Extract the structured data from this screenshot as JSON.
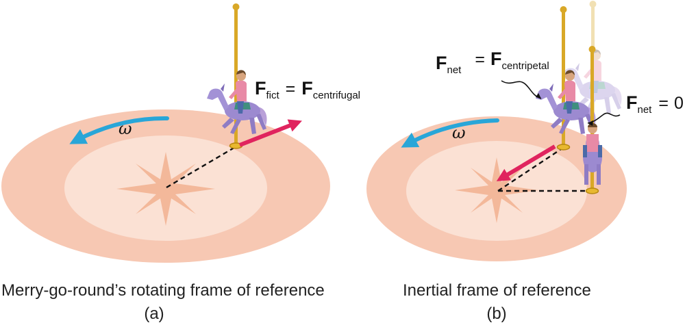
{
  "panels": [
    {
      "caption": "Merry-go-round’s rotating frame of reference",
      "sublabel": "(a)",
      "omega": "ω",
      "force_label": {
        "lhs_symbol": "F",
        "lhs_sub": "fict",
        "equals": "=",
        "rhs_symbol": "F",
        "rhs_sub": "centrifugal"
      }
    },
    {
      "caption": "Inertial frame of reference",
      "sublabel": "(b)",
      "omega": "ω",
      "force_label_moving": {
        "lhs_symbol": "F",
        "lhs_sub": "net",
        "equals": "=",
        "rhs_symbol": "F",
        "rhs_sub": "centripetal"
      },
      "force_label_ghost": {
        "lhs_symbol": "F",
        "lhs_sub": "net",
        "equals": "=",
        "rhs_value": "0"
      }
    }
  ],
  "colors": {
    "platform_outer": "#f7c8b3",
    "platform_inner": "#fbe1d4",
    "star": "#f3b89a",
    "force_arrow": "#e0245e",
    "rotation_arrow": "#29a6d8",
    "dashed_line": "#111111",
    "pole": "#d9a827",
    "horse": "#9c8ad0"
  },
  "icons": [
    "horse-rider-icon",
    "pole-icon",
    "star-icon"
  ]
}
